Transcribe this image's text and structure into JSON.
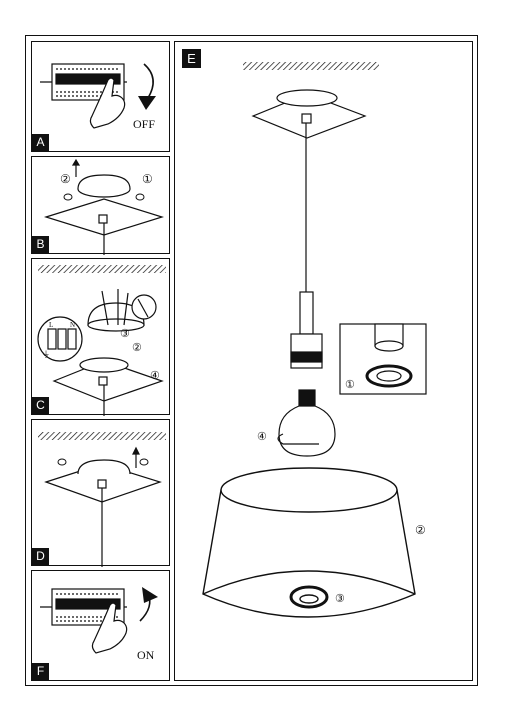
{
  "panels": {
    "a": {
      "letter": "A",
      "label": "OFF"
    },
    "b": {
      "letter": "B",
      "step1": "①",
      "step2": "②"
    },
    "c": {
      "letter": "C",
      "step2": "②",
      "step3": "③",
      "step4": "④",
      "term_l": "L",
      "term_n": "N",
      "term_earth": "⏚"
    },
    "d": {
      "letter": "D"
    },
    "e": {
      "letter": "E",
      "step1": "①",
      "step2": "②",
      "step3": "③",
      "step4": "④"
    },
    "f": {
      "letter": "F",
      "label": "ON"
    }
  },
  "colors": {
    "ink": "#111111",
    "paper": "#ffffff"
  }
}
